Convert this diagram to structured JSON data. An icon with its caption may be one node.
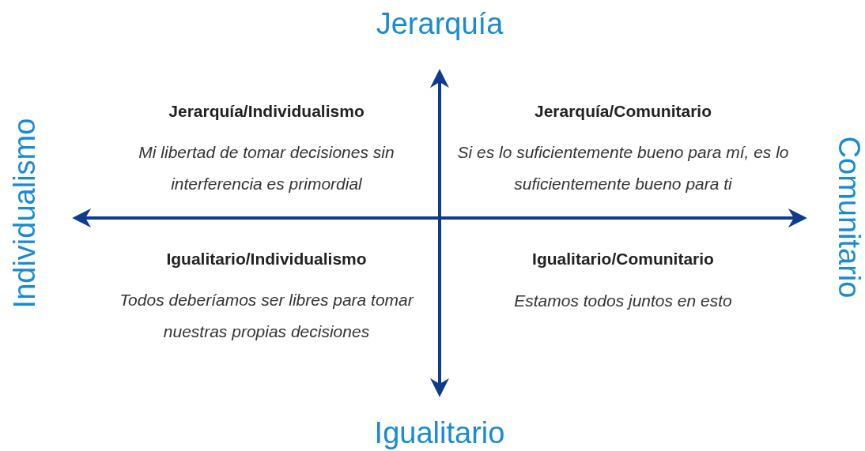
{
  "diagram": {
    "labels": [
      "Jerarquía",
      "Individualismo",
      "Jerarquía/Individualismo",
      "Mi libertad de tomar decisiones sin interferencia es primordial",
      "Jerarquía/Comunitario",
      "Si es lo suficientemente bueno para mí, es lo suficientemente bueno para ti",
      "Comunitario",
      "Igualitario/Individualismo",
      "Todos deberíamos ser libres para tomar nuestras propias decisiones",
      "Igualitario/Comunitario",
      "Estamos todos juntos en esto",
      "Igualitario"
    ]
  }
}
